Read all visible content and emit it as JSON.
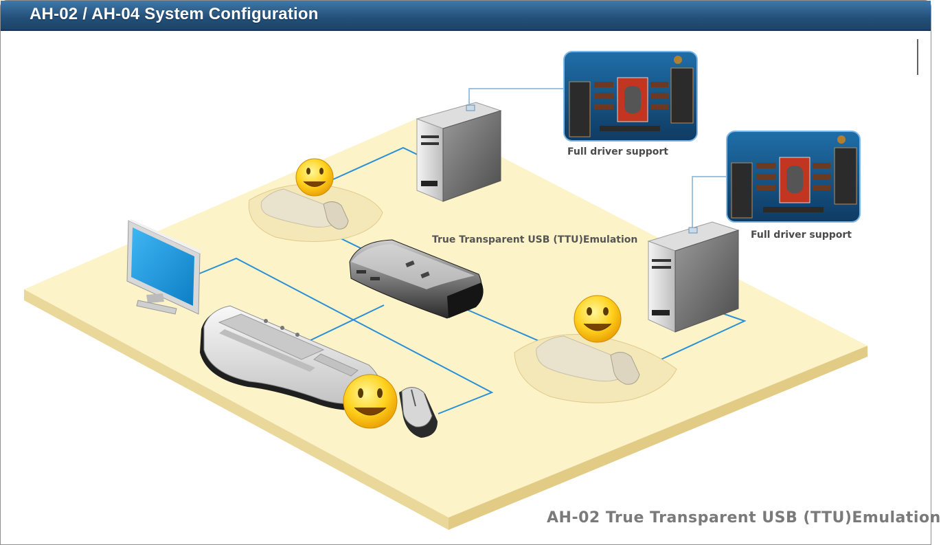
{
  "header": {
    "title": "AH-02 / AH-04  System Configuration"
  },
  "diagram": {
    "center_label": "True Transparent USB (TTU)Emulation",
    "driver_label_1": "Full driver support",
    "driver_label_2": "Full driver support",
    "footer_caption": "AH-02 True Transparent USB (TTU)Emulation"
  },
  "colors": {
    "title_bar": "#23507a",
    "platform": "#fcf3c8",
    "platform_edge": "#ead79a",
    "connection_line": "#2a8fd6",
    "screen_blue": "#1b9ae6"
  }
}
